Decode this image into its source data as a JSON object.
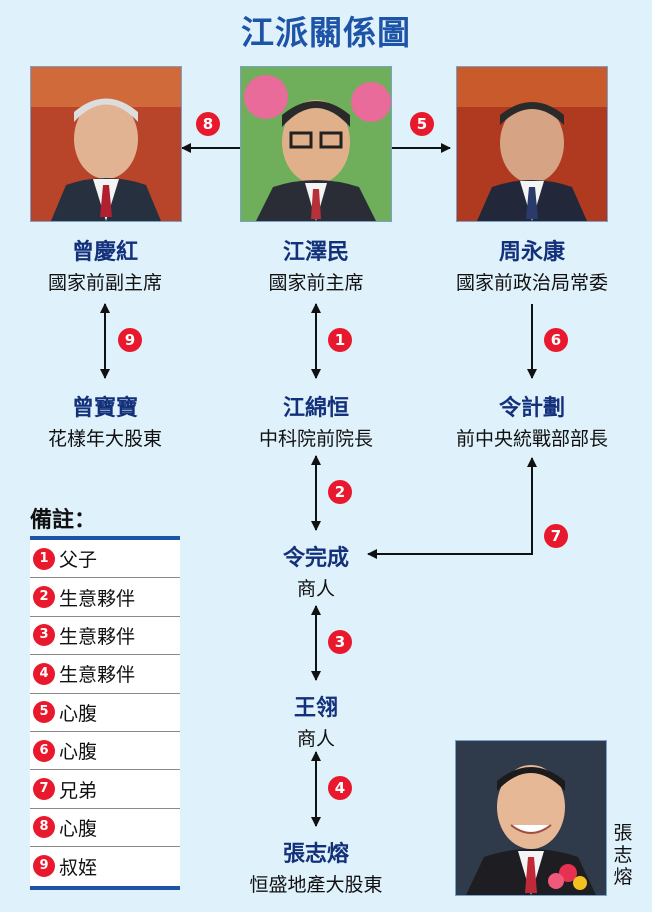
{
  "title": "江派關係圖",
  "nodes": {
    "zeng_qinghong": {
      "name": "曾慶紅",
      "role": "國家前副主席"
    },
    "jiang_zemin": {
      "name": "江澤民",
      "role": "國家前主席"
    },
    "zhou_yongkang": {
      "name": "周永康",
      "role": "國家前政治局常委"
    },
    "zeng_baobao": {
      "name": "曾寶寶",
      "role": "花樣年大股東"
    },
    "jiang_mianheng": {
      "name": "江綿恒",
      "role": "中科院前院長"
    },
    "ling_jihua": {
      "name": "令計劃",
      "role": "前中央統戰部部長"
    },
    "ling_wancheng": {
      "name": "令完成",
      "role": "商人"
    },
    "wang_xu": {
      "name": "王翎",
      "role": "商人"
    },
    "zhang_zhirong": {
      "name": "張志熔",
      "role": "恒盛地產大股東"
    }
  },
  "edges": [
    {
      "id": "8",
      "from": "江澤民",
      "to": "曾慶紅",
      "arrow": "one-way"
    },
    {
      "id": "5",
      "from": "江澤民",
      "to": "周永康",
      "arrow": "one-way"
    },
    {
      "id": "9",
      "from": "曾慶紅",
      "to": "曾寶寶",
      "arrow": "two-way"
    },
    {
      "id": "1",
      "from": "江澤民",
      "to": "江綿恒",
      "arrow": "two-way"
    },
    {
      "id": "6",
      "from": "周永康",
      "to": "令計劃",
      "arrow": "one-way"
    },
    {
      "id": "2",
      "from": "江綿恒",
      "to": "令完成",
      "arrow": "two-way"
    },
    {
      "id": "7",
      "from": "令完成",
      "to": "令計劃",
      "arrow": "two-way"
    },
    {
      "id": "3",
      "from": "令完成",
      "to": "王翎",
      "arrow": "two-way"
    },
    {
      "id": "4",
      "from": "王翎",
      "to": "張志熔",
      "arrow": "two-way"
    }
  ],
  "notes": {
    "title": "備註：",
    "items": [
      {
        "num": "1",
        "text": "父子"
      },
      {
        "num": "2",
        "text": "生意夥伴"
      },
      {
        "num": "3",
        "text": "生意夥伴"
      },
      {
        "num": "4",
        "text": "生意夥伴"
      },
      {
        "num": "5",
        "text": "心腹"
      },
      {
        "num": "6",
        "text": "心腹"
      },
      {
        "num": "7",
        "text": "兄弟"
      },
      {
        "num": "8",
        "text": "心腹"
      },
      {
        "num": "9",
        "text": "叔姪"
      }
    ]
  },
  "photo_caption": "張志熔",
  "colors": {
    "background": "#dff1fb",
    "title": "#1e54a8",
    "name": "#13307a",
    "badge": "#e8192c"
  }
}
